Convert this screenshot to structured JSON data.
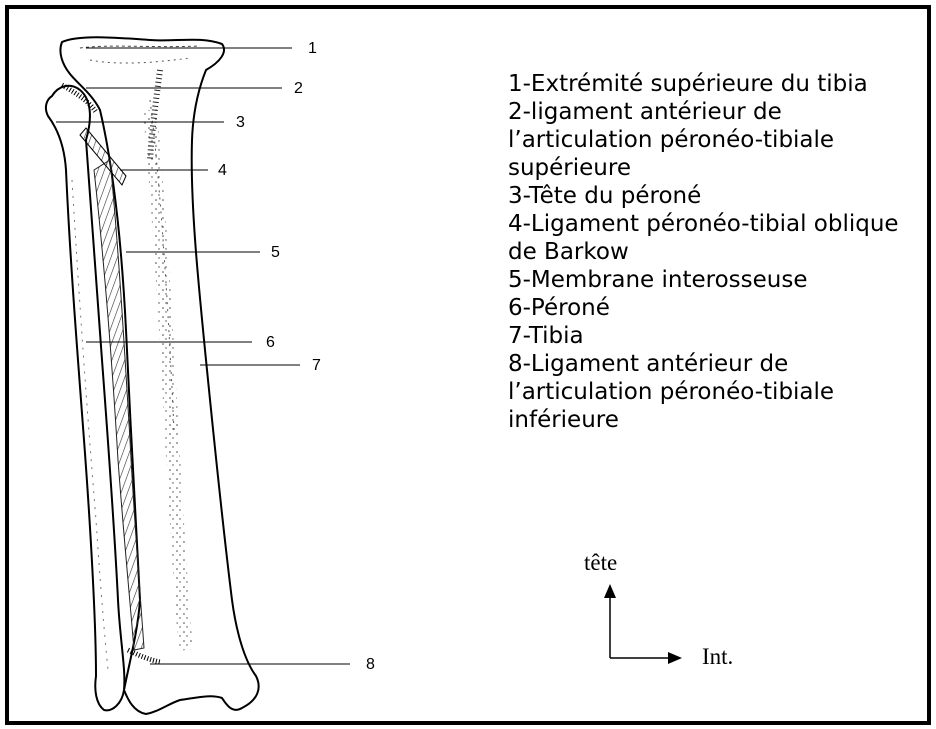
{
  "diagram": {
    "callouts": [
      "1",
      "2",
      "3",
      "4",
      "5",
      "6",
      "7",
      "8"
    ]
  },
  "legend": {
    "items": [
      "1-Extrémité supérieure du tibia",
      "2-ligament antérieur de l’articulation péronéo-tibiale supérieure",
      "3-Tête du péroné",
      "4-Ligament péronéo-tibial oblique de Barkow",
      "5-Membrane interosseuse",
      "6-Péroné",
      "7-Tibia",
      "8-Ligament antérieur de l’articulation péronéo-tibiale inférieure"
    ]
  },
  "orientation": {
    "up_label": "tête",
    "right_label": "Int."
  }
}
